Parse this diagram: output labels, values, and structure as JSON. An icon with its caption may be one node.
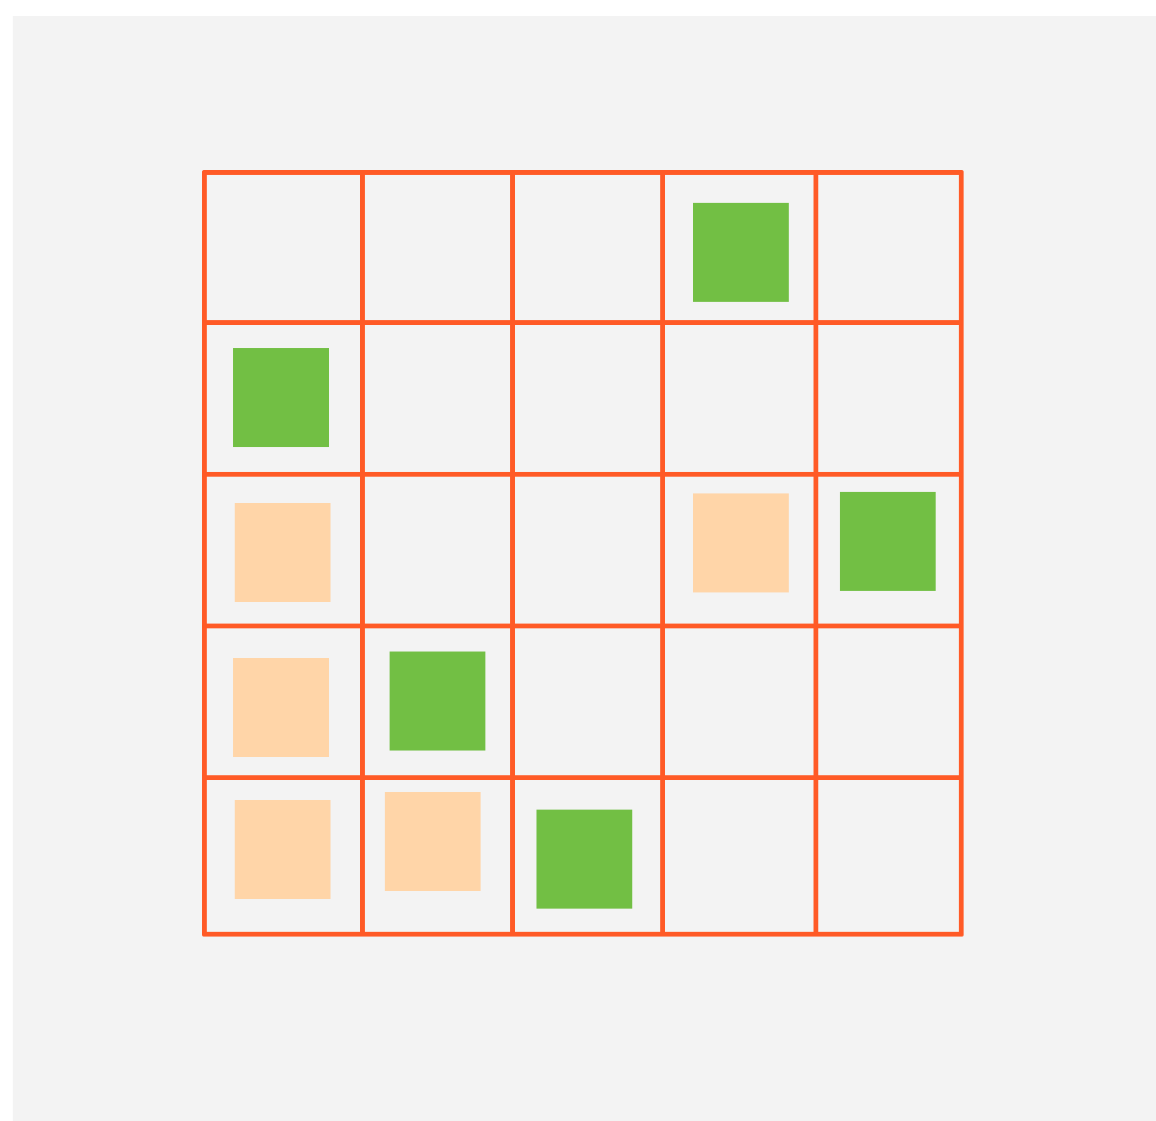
{
  "diagram": {
    "nodes": [
      {
        "text": [],
        "shape": "box"
      },
      {
        "text": [],
        "shape": "box"
      },
      {
        "text": [],
        "shape": "box"
      },
      {
        "text": [],
        "shape": "box"
      },
      {
        "text": [],
        "shape": "box"
      },
      {
        "text": [],
        "shape": "box"
      },
      {
        "text": [],
        "shape": "box"
      },
      {
        "text": [],
        "shape": "box"
      },
      {
        "text": [],
        "shape": "box"
      },
      {
        "text": [],
        "shape": "box"
      }
    ]
  }
}
